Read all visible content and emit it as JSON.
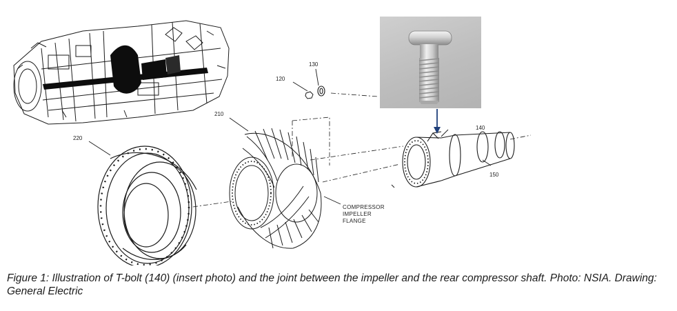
{
  "figure": {
    "caption": "Figure 1: Illustration of T-bolt (140) (insert photo) and the joint between the impeller and the rear compressor shaft. Photo: NSIA. Drawing: General Electric"
  },
  "callouts": {
    "c120": "120",
    "c130": "130",
    "c210": "210",
    "c220": "220",
    "c140": "140",
    "c150": "150"
  },
  "annotation": {
    "line1": "COMPRESSOR",
    "line2": "IMPELLER",
    "line3": "FLANGE"
  },
  "colors": {
    "line": "#1a1a1a",
    "arrow": "#1f3f7a",
    "photo_bg": "#c4c4c4"
  }
}
